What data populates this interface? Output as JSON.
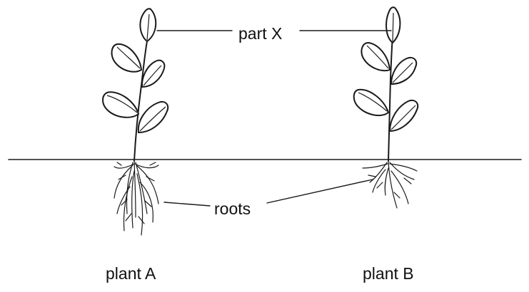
{
  "labels": {
    "part_x": "part X",
    "roots": "roots",
    "plant_a": "plant A",
    "plant_b": "plant B"
  },
  "colors": {
    "ink": "#1a1a1a",
    "background": "#ffffff"
  }
}
